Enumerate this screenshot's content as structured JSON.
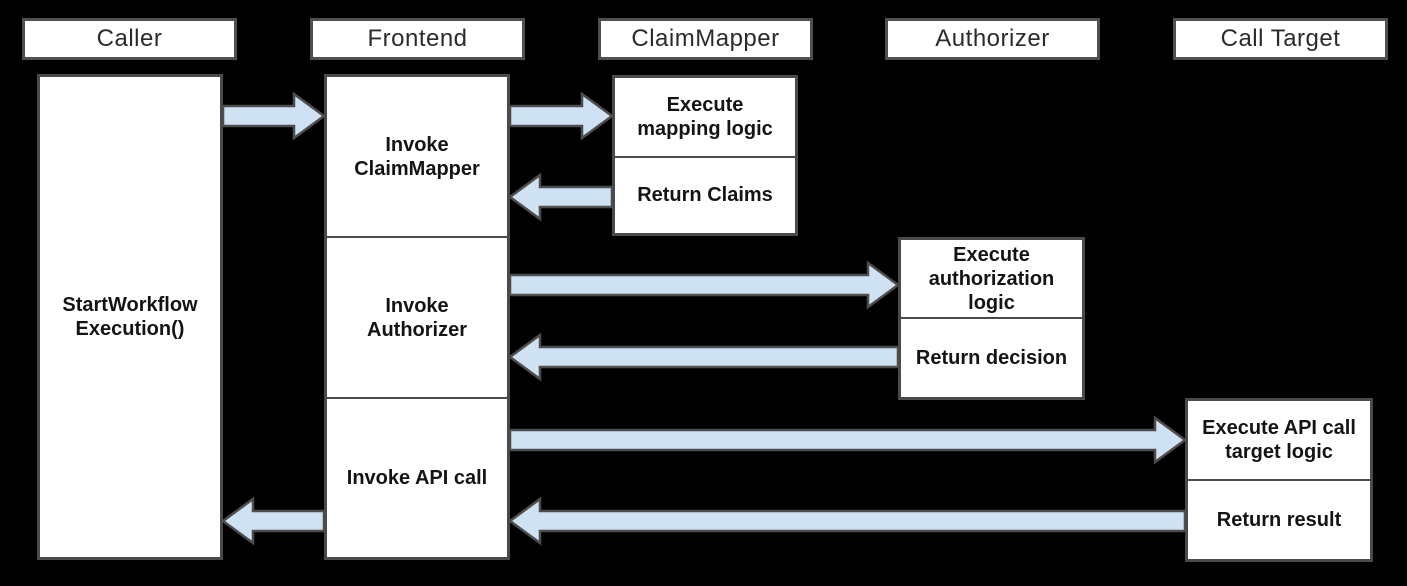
{
  "diagram": {
    "type": "sequence-diagram",
    "background": "#000000",
    "colors": {
      "box_fill": "#ffffff",
      "box_border": "#4a4a4a",
      "arrow_fill": "#cfe2f3",
      "arrow_stroke": "#4d4d4d",
      "header_text": "#2b2b2b",
      "body_text": "#141414"
    },
    "lifelines": [
      {
        "label": "Caller"
      },
      {
        "label": "Frontend"
      },
      {
        "label": "ClaimMapper"
      },
      {
        "label": "Authorizer"
      },
      {
        "label": "Call Target"
      }
    ],
    "caller": {
      "label": "StartWorkflow\nExecution()"
    },
    "frontend": {
      "steps": [
        {
          "label": "Invoke\nClaimMapper"
        },
        {
          "label": "Invoke\nAuthorizer"
        },
        {
          "label": "Invoke API call"
        }
      ]
    },
    "claimmapper": {
      "steps": [
        {
          "label": "Execute\nmapping logic"
        },
        {
          "label": "Return Claims"
        }
      ]
    },
    "authorizer": {
      "steps": [
        {
          "label": "Execute\nauthorization\nlogic"
        },
        {
          "label": "Return decision"
        }
      ]
    },
    "calltarget": {
      "steps": [
        {
          "label": "Execute API call\ntarget logic"
        },
        {
          "label": "Return result"
        }
      ]
    },
    "arrows": [
      {
        "name": "caller-to-frontend",
        "from": "Caller",
        "to": "Frontend",
        "direction": "right"
      },
      {
        "name": "frontend-to-claimmapper",
        "from": "Frontend",
        "to": "ClaimMapper",
        "direction": "right"
      },
      {
        "name": "claimmapper-to-frontend",
        "from": "ClaimMapper",
        "to": "Frontend",
        "direction": "left"
      },
      {
        "name": "frontend-to-authorizer",
        "from": "Frontend",
        "to": "Authorizer",
        "direction": "right"
      },
      {
        "name": "authorizer-to-frontend",
        "from": "Authorizer",
        "to": "Frontend",
        "direction": "left"
      },
      {
        "name": "frontend-to-calltarget",
        "from": "Frontend",
        "to": "Call Target",
        "direction": "right"
      },
      {
        "name": "calltarget-to-frontend",
        "from": "Call Target",
        "to": "Frontend",
        "direction": "left"
      },
      {
        "name": "frontend-to-caller",
        "from": "Frontend",
        "to": "Caller",
        "direction": "left"
      }
    ]
  }
}
